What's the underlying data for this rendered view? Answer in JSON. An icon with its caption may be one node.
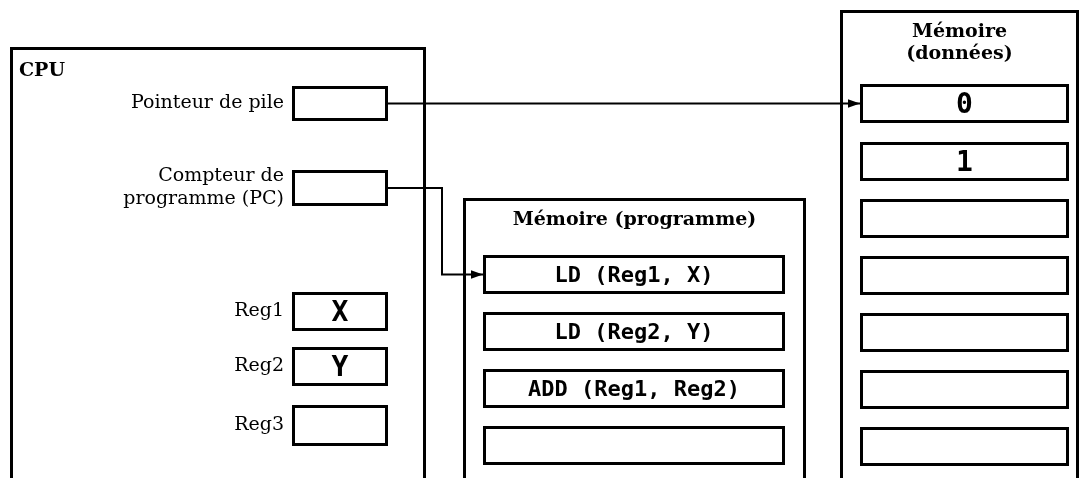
{
  "diagram": {
    "nodes": [
      {
        "text": [
          "CPU"
        ]
      },
      {
        "text": [],
        "shape": "box",
        "beside": [
          "Pointeur de pile"
        ],
        "in": 0
      },
      {
        "text": [],
        "shape": "box",
        "beside": [
          "Compteur de programme (PC)"
        ],
        "in": 0
      },
      {
        "text": [
          "X"
        ],
        "beside": [
          "Reg1"
        ],
        "in": 0
      },
      {
        "text": [
          "Y"
        ],
        "beside": [
          "Reg2"
        ],
        "in": 0
      },
      {
        "text": [],
        "shape": "box",
        "beside": [
          "Reg3"
        ],
        "in": 0
      },
      {
        "text": [
          "Mémoire (programme)"
        ]
      },
      {
        "text": [
          "LD (Reg1, X)"
        ],
        "in": 6
      },
      {
        "text": [
          "LD (Reg2, Y)"
        ],
        "in": 6
      },
      {
        "text": [
          "ADD (Reg1, Reg2)"
        ],
        "in": 6
      },
      {
        "text": [],
        "shape": "box",
        "in": 6
      },
      {
        "text": [
          "Mémoire (données)"
        ]
      },
      {
        "text": [
          "0"
        ],
        "in": 11
      },
      {
        "text": [
          "1"
        ],
        "in": 11
      },
      {
        "text": [],
        "shape": "box",
        "in": 11
      },
      {
        "text": [],
        "shape": "box",
        "in": 11
      },
      {
        "text": [],
        "shape": "box",
        "in": 11
      },
      {
        "text": [],
        "shape": "box",
        "in": 11
      },
      {
        "text": [],
        "shape": "box",
        "in": 11
      }
    ],
    "edges": [
      {
        "from": 1,
        "to": 12,
        "arrow": "to"
      },
      {
        "from": 2,
        "to": 7,
        "arrow": "to"
      }
    ]
  }
}
